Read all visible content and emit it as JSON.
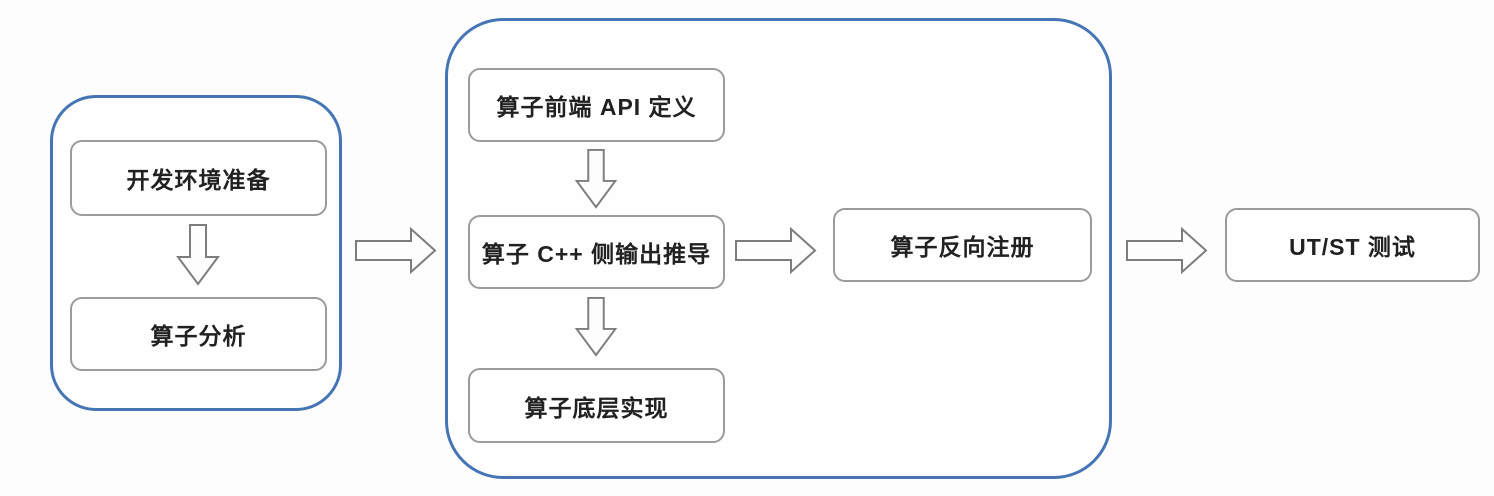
{
  "diagram": {
    "type": "flowchart",
    "background": "#fdfdfd",
    "colors": {
      "group_border": "#4575b5",
      "node_border": "#9b9b9b",
      "node_fill": "#fefefe",
      "arrow_outline": "#7d7d7d",
      "arrow_fill": "#fdfdfd",
      "label_text": "#212121"
    },
    "groups": {
      "left": {
        "contains": [
          "prep_env",
          "op_analysis"
        ]
      },
      "middle": {
        "contains": [
          "api_def",
          "cpp_infer",
          "low_impl",
          "backward_reg"
        ]
      }
    },
    "nodes": {
      "prep_env": {
        "label": "开发环境准备"
      },
      "op_analysis": {
        "label": "算子分析"
      },
      "api_def": {
        "label": "算子前端 API 定义"
      },
      "cpp_infer": {
        "label": "算子 C++ 侧输出推导"
      },
      "low_impl": {
        "label": "算子底层实现"
      },
      "backward_reg": {
        "label": "算子反向注册"
      },
      "ut_st": {
        "label": "UT/ST 测试"
      }
    },
    "edges": [
      {
        "from": "prep_env",
        "to": "op_analysis",
        "direction": "down",
        "style": "hollow-block-arrow"
      },
      {
        "from": "left_group",
        "to": "middle_group",
        "direction": "right",
        "style": "hollow-block-arrow"
      },
      {
        "from": "api_def",
        "to": "cpp_infer",
        "direction": "down",
        "style": "hollow-block-arrow"
      },
      {
        "from": "cpp_infer",
        "to": "low_impl",
        "direction": "down",
        "style": "hollow-block-arrow"
      },
      {
        "from": "cpp_infer",
        "to": "backward_reg",
        "direction": "right",
        "style": "hollow-block-arrow"
      },
      {
        "from": "middle_group",
        "to": "ut_st",
        "direction": "right",
        "style": "hollow-block-arrow"
      }
    ]
  }
}
